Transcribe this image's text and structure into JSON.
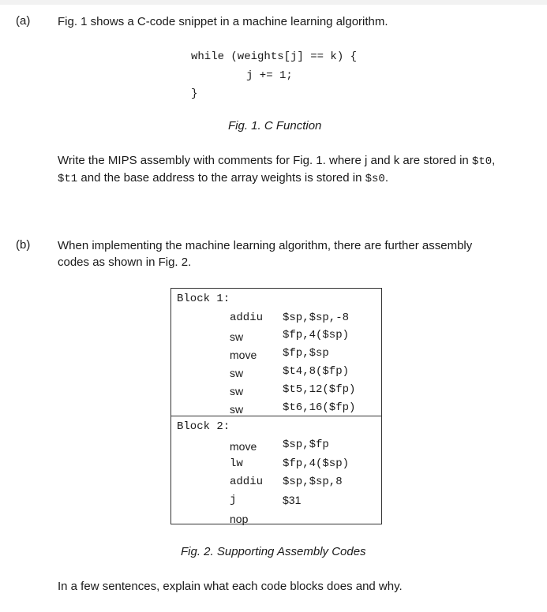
{
  "part_a": {
    "label": "(a)",
    "intro": "Fig. 1 shows a C-code snippet in a machine learning algorithm.",
    "code": [
      "while (weights[j] == k) {",
      "j += 1;",
      "}"
    ],
    "fig_caption": "Fig. 1. C Function",
    "question_line1_pre": "Write the MIPS assembly with comments for Fig. 1. where j and k are stored in ",
    "question_reg1": "$t0",
    "question_line1_mid": ",",
    "question_line2_reg": "$t1",
    "question_line2_mid": " and the base address to the array weights is stored in ",
    "question_reg2": "$s0",
    "question_line2_end": "."
  },
  "part_b": {
    "label": "(b)",
    "intro_line1": "When implementing the machine learning algorithm, there are further assembly",
    "intro_line2": "codes as shown in Fig. 2.",
    "block1": {
      "title": "Block 1:",
      "rows": [
        {
          "op": "addiu",
          "args": "$sp,$sp,-8"
        },
        {
          "op": "sw",
          "args": "$fp,4($sp)"
        },
        {
          "op": "move",
          "args": "$fp,$sp"
        },
        {
          "op": "sw",
          "args": "$t4,8($fp)"
        },
        {
          "op": "sw",
          "args": "$t5,12($fp)"
        },
        {
          "op": "sw",
          "args": "$t6,16($fp)"
        }
      ]
    },
    "block2": {
      "title": "Block 2:",
      "rows": [
        {
          "op": "move",
          "args": "$sp,$fp"
        },
        {
          "op": "lw",
          "args": "$fp,4($sp)"
        },
        {
          "op": "addiu",
          "args": "$sp,$sp,8"
        },
        {
          "op": "j",
          "args": "$31"
        },
        {
          "op": "nop",
          "args": ""
        }
      ]
    },
    "fig_caption": "Fig. 2. Supporting Assembly Codes",
    "question": "In a few sentences, explain what each code blocks does and why."
  }
}
